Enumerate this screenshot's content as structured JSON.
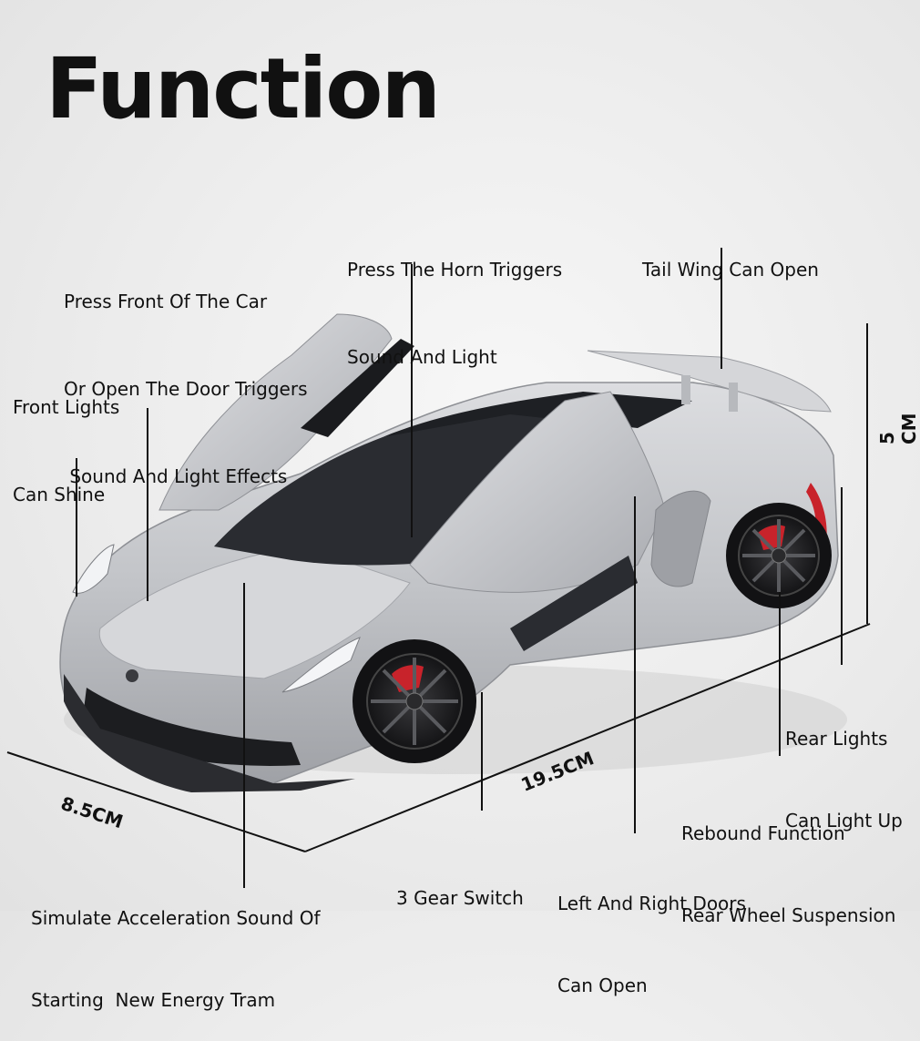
{
  "title": "Function",
  "callouts": {
    "horn": [
      "Press The Horn Triggers",
      "Sound And Light"
    ],
    "tail_wing": [
      "Tail Wing Can Open"
    ],
    "front_press": [
      "Press Front Of The Car",
      "Or Open The Door Triggers",
      " Sound And Light Effects"
    ],
    "front_lights": [
      "Front Lights",
      "Can Shine"
    ],
    "rear_lights": [
      "Rear Lights",
      "Can Light Up"
    ],
    "rebound": [
      "Rebound Function",
      "Rear Wheel Suspension"
    ],
    "gear": [
      "3 Gear Switch"
    ],
    "doors": [
      "Left And Right Doors",
      "Can Open"
    ],
    "acceleration": [
      "Simulate Acceleration Sound Of",
      "Starting  New Energy Tram"
    ]
  },
  "dimensions": {
    "height": "5 CM",
    "length": "19.5CM",
    "width": "8.5CM"
  },
  "colors": {
    "body": "#c4c6ca",
    "glass": "#2a2c31",
    "wheel": "#1b1b1d",
    "caliper": "#c8232b",
    "line": "#111111"
  }
}
